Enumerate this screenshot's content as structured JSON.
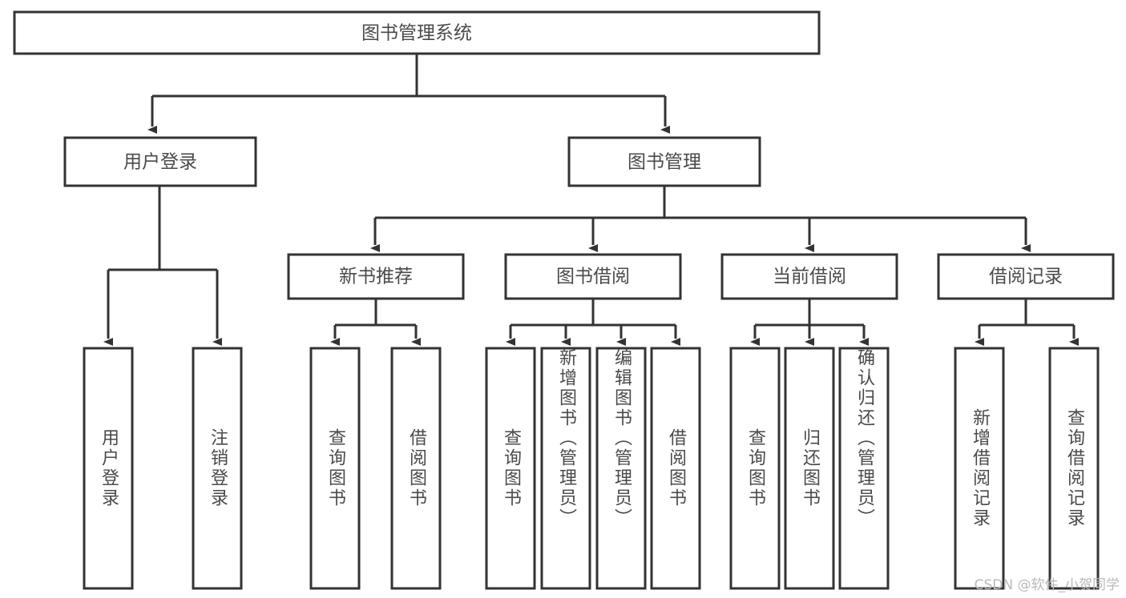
{
  "diagram": {
    "type": "tree",
    "title": "图书管理系统",
    "root": {
      "label": "图书管理系统"
    },
    "level2": [
      {
        "label": "用户登录"
      },
      {
        "label": "图书管理"
      }
    ],
    "level3": [
      {
        "label": "新书推荐"
      },
      {
        "label": "图书借阅"
      },
      {
        "label": "当前借阅"
      },
      {
        "label": "借阅记录"
      }
    ],
    "leaves": {
      "user_login": [
        {
          "label": "用户登录"
        },
        {
          "label": "注销登录"
        }
      ],
      "new_book_recommend": [
        {
          "label": "查询图书"
        },
        {
          "label": "借阅图书"
        }
      ],
      "book_borrow": [
        {
          "label": "查询图书"
        },
        {
          "label": "新增图书（管理员）"
        },
        {
          "label": "编辑图书（管理员）"
        },
        {
          "label": "借阅图书"
        }
      ],
      "current_borrow": [
        {
          "label": "查询图书"
        },
        {
          "label": "归还图书"
        },
        {
          "label": "确认归还（管理员）"
        }
      ],
      "borrow_record": [
        {
          "label": "新增借阅记录"
        },
        {
          "label": "查询借阅记录"
        }
      ]
    }
  },
  "watermark": {
    "text": "CSDN @软件_小贺同学"
  },
  "colors": {
    "box_stroke": "#333333",
    "box_fill": "#ffffff",
    "text": "#4a4a4a",
    "watermark": "#b9b9b9",
    "background": "#ffffff"
  }
}
